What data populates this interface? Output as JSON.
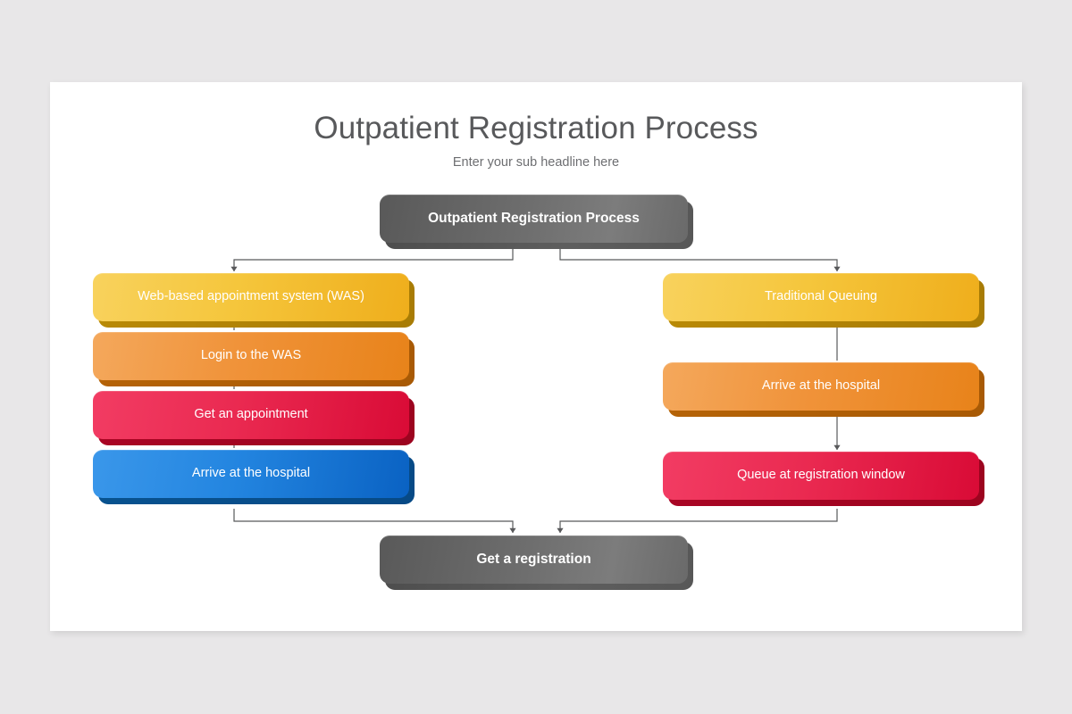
{
  "slide": {
    "title": "Outpatient Registration Process",
    "subtitle": "Enter your sub headline here",
    "background_color": "#e8e7e8",
    "canvas_color": "#ffffff"
  },
  "chart_data": {
    "type": "diagram",
    "diagram_kind": "flowchart",
    "title": "Outpatient Registration Process",
    "subtitle": "Enter your sub headline here",
    "orientation": "top-down, two parallel branches",
    "nodes": [
      {
        "id": "start",
        "label": "Outpatient Registration Process",
        "shape": "rounded-rectangle",
        "style": "gray",
        "color": "#6e6e6e",
        "shadow_color": "#4d4d4d",
        "text_color": "#ffffff",
        "bold": true,
        "column": "center",
        "row": 0
      },
      {
        "id": "left-1",
        "label": "Web-based appointment system (WAS)",
        "shape": "rounded-rectangle",
        "style": "yellow",
        "color": "#f5c63c",
        "shadow_color": "#b98a06",
        "text_color": "#ffffff",
        "bold": false,
        "column": "left",
        "row": 1
      },
      {
        "id": "left-2",
        "label": "Login to the WAS",
        "shape": "rounded-rectangle",
        "style": "orange",
        "color": "#f0933a",
        "shadow_color": "#b56307",
        "text_color": "#ffffff",
        "bold": false,
        "column": "left",
        "row": 2
      },
      {
        "id": "left-3",
        "label": "Get an appointment",
        "shape": "rounded-rectangle",
        "style": "red",
        "color": "#ea2a51",
        "shadow_color": "#a90524",
        "text_color": "#ffffff",
        "bold": false,
        "column": "left",
        "row": 3
      },
      {
        "id": "left-4",
        "label": "Arrive at the hospital",
        "shape": "rounded-rectangle",
        "style": "blue",
        "color": "#2385e0",
        "shadow_color": "#08528f",
        "text_color": "#ffffff",
        "bold": false,
        "column": "left",
        "row": 4
      },
      {
        "id": "right-1",
        "label": "Traditional Queuing",
        "shape": "rounded-rectangle",
        "style": "yellow",
        "color": "#f5c63c",
        "shadow_color": "#b98a06",
        "text_color": "#ffffff",
        "bold": false,
        "column": "right",
        "row": 1
      },
      {
        "id": "right-2",
        "label": "Arrive at the hospital",
        "shape": "rounded-rectangle",
        "style": "orange",
        "color": "#f0933a",
        "shadow_color": "#b56307",
        "text_color": "#ffffff",
        "bold": false,
        "column": "right",
        "row": 2
      },
      {
        "id": "right-3",
        "label": "Queue at registration window",
        "shape": "rounded-rectangle",
        "style": "red",
        "color": "#ea2a51",
        "shadow_color": "#a90524",
        "text_color": "#ffffff",
        "bold": false,
        "column": "right",
        "row": 3
      },
      {
        "id": "end",
        "label": "Get a registration",
        "shape": "rounded-rectangle",
        "style": "gray",
        "color": "#6e6e6e",
        "shadow_color": "#4d4d4d",
        "text_color": "#ffffff",
        "bold": true,
        "column": "center",
        "row": 5
      }
    ],
    "edges": [
      {
        "from": "start",
        "to": "left-1",
        "type": "elbow",
        "arrow": true
      },
      {
        "from": "start",
        "to": "right-1",
        "type": "elbow",
        "arrow": true
      },
      {
        "from": "left-1",
        "to": "left-2",
        "type": "straight",
        "arrow": false
      },
      {
        "from": "left-2",
        "to": "left-3",
        "type": "straight",
        "arrow": false
      },
      {
        "from": "left-3",
        "to": "left-4",
        "type": "straight",
        "arrow": false
      },
      {
        "from": "right-1",
        "to": "right-2",
        "type": "straight",
        "arrow": false
      },
      {
        "from": "right-2",
        "to": "right-3",
        "type": "straight",
        "arrow": true
      },
      {
        "from": "left-4",
        "to": "end",
        "type": "elbow",
        "arrow": true
      },
      {
        "from": "right-3",
        "to": "end",
        "type": "elbow",
        "arrow": true
      }
    ],
    "edge_color": "#58595b",
    "branches": [
      {
        "name": "Web-based appointment system (WAS)",
        "steps": [
          "Web-based appointment system (WAS)",
          "Login to the WAS",
          "Get an appointment",
          "Arrive at the hospital"
        ]
      },
      {
        "name": "Traditional Queuing",
        "steps": [
          "Traditional Queuing",
          "Arrive at the hospital",
          "Queue at registration window"
        ]
      }
    ]
  }
}
